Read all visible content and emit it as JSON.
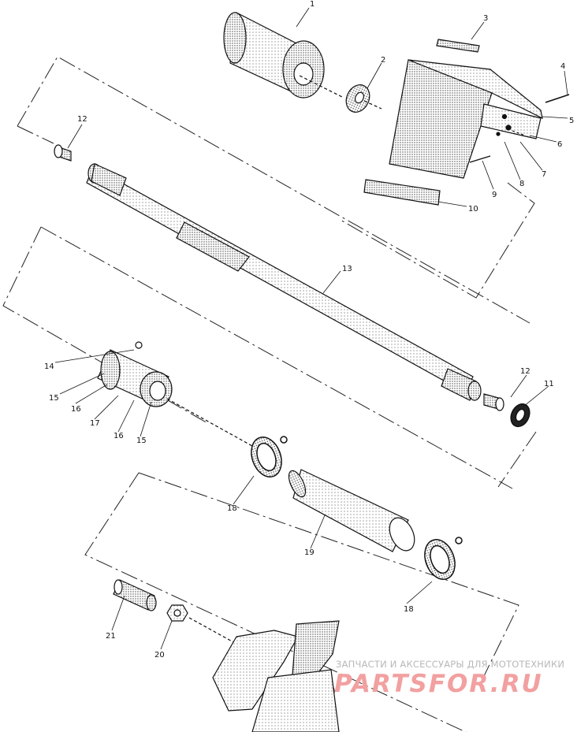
{
  "callouts": {
    "c1": "1",
    "c2": "2",
    "c3": "3",
    "c4": "4",
    "c5": "5",
    "c6": "6",
    "c7": "7",
    "c8": "8",
    "c9": "9",
    "c10": "10",
    "c11": "11",
    "c12a": "12",
    "c12b": "12",
    "c13": "13",
    "c14": "14",
    "c15a": "15",
    "c16a": "16",
    "c17": "17",
    "c16b": "16",
    "c15b": "15",
    "c18a": "18",
    "c19": "19",
    "c18b": "18",
    "c21": "21",
    "c20": "20"
  },
  "watermark": {
    "tagline": "ЗАПЧАСТИ И АКСЕССУАРЫ ДЛЯ МОТОТЕХНИКИ",
    "logo": "PARTSFOR.RU"
  }
}
